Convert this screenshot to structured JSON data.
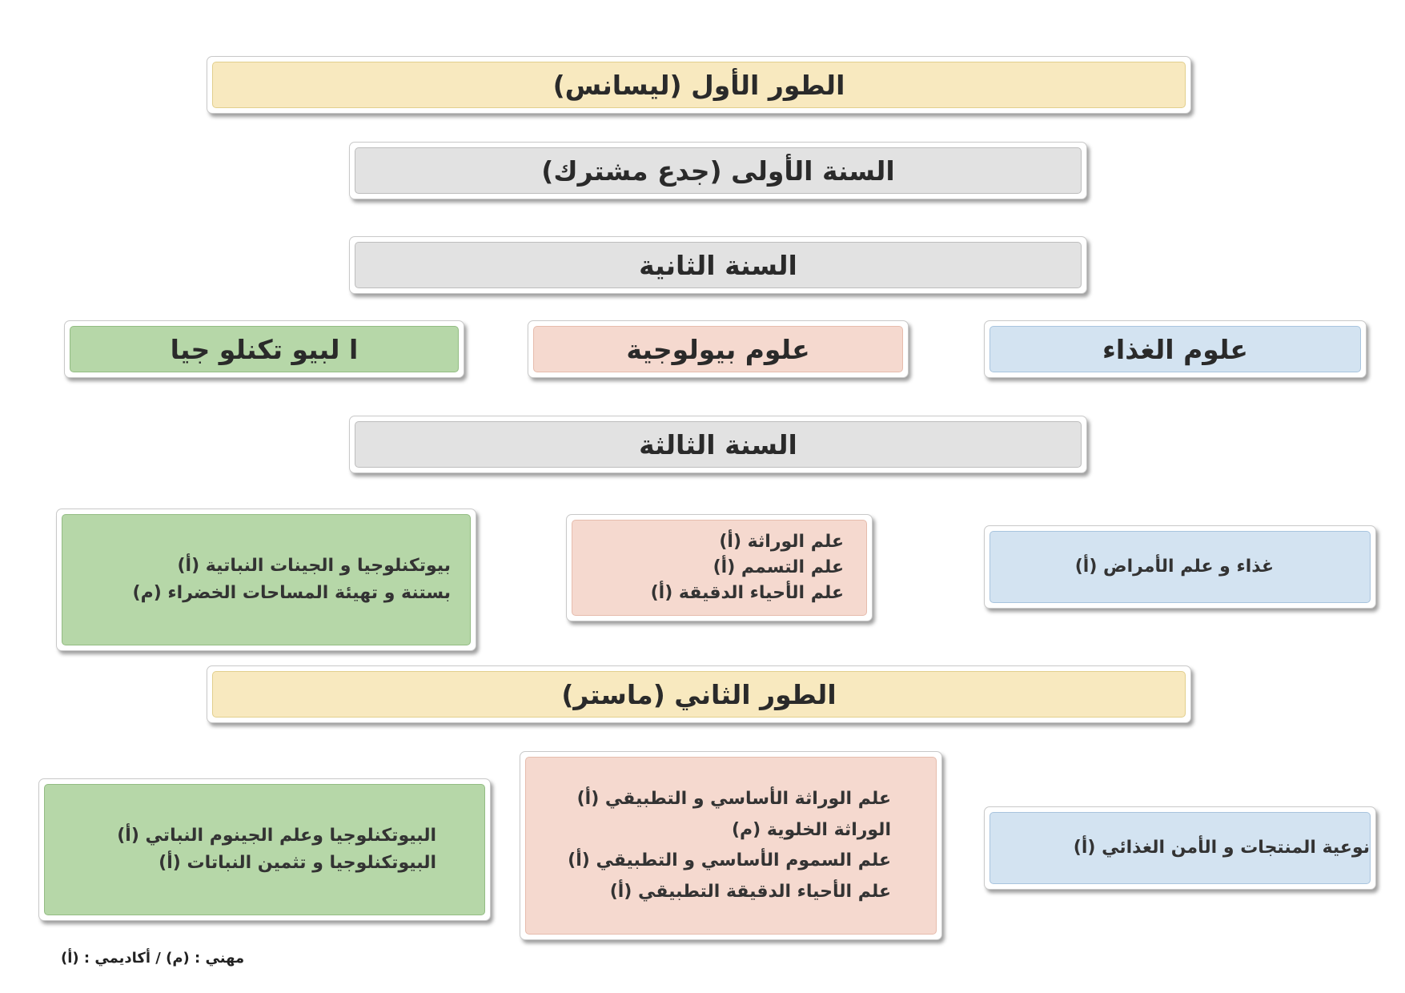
{
  "cycle1": {
    "title": "الطور الأول (ليسانس)"
  },
  "year1": {
    "title": "السنة الأولى (جدع مشترك)"
  },
  "year2": {
    "title": "السنة الثانية",
    "tracks": {
      "biotech": "ا لبيو تكنلو جيا",
      "biology": "علوم بيولوجية",
      "food": "علوم الغذاء"
    }
  },
  "year3": {
    "title": "السنة الثالثة",
    "biotech_specialties": [
      "بيوتكنلوجيا و الجينات النباتية (أ)",
      "بستنة و تهيئة المساحات الخضراء (م)"
    ],
    "biology_specialties": [
      "علم الوراثة (أ)",
      "علم التسمم (أ)",
      "علم الأحياء الدقيقة (أ)"
    ],
    "food_specialties": [
      "غذاء و علم الأمراض (أ)"
    ]
  },
  "cycle2": {
    "title": "الطور الثاني (ماستر)",
    "biotech_specialties": [
      "البيوتكنلوجيا وعلم الجينوم النباتي (أ)",
      "البيوتكنلوجيا و تثمين النباتات (أ)"
    ],
    "biology_specialties": [
      "علم الوراثة الأساسي و التطبيقي (أ)",
      "الوراثة الخلوية (م)",
      "علم السموم الأساسي و التطبيقي (أ)",
      "علم الأحياء الدقيقة التطبيقي (أ)"
    ],
    "food_specialties": [
      "نوعية المنتجات و الأمن الغذائي (أ)"
    ]
  },
  "legend": "مهني : (م) / أكاديمي : (أ)",
  "colors": {
    "cycle": "#f8e9bf",
    "year": "#e2e2e2",
    "biotech": "#b6d7a8",
    "biology": "#f5d9cf",
    "food": "#d3e3f1"
  }
}
